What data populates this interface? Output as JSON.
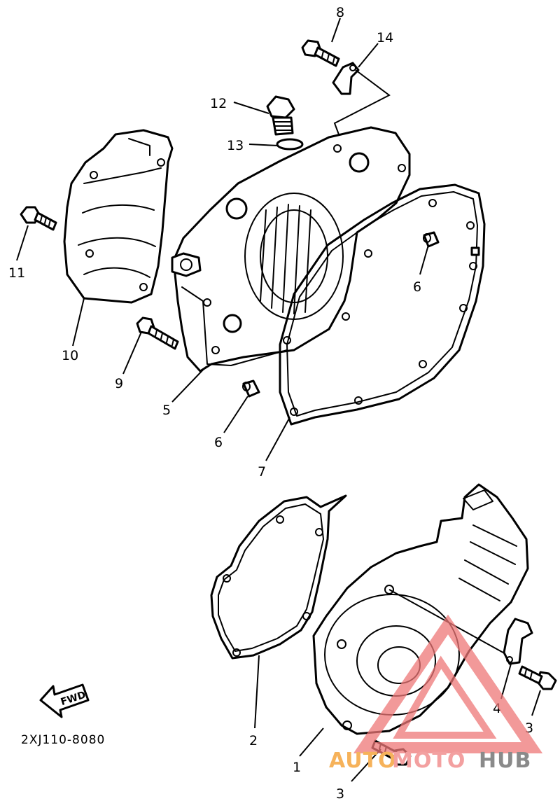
{
  "diagram_code": "2XJ110-8080",
  "forward_label": "FWD",
  "watermark": {
    "part1": "AUTO",
    "part2": "MOTO",
    "part3": "HUB",
    "color_auto": "#f6b25a",
    "color_moto": "#f3a0a0",
    "color_hub": "#8a8a8a",
    "logo_color": "#ee7777"
  },
  "callouts": {
    "c1": "1",
    "c2": "2",
    "c3a": "3",
    "c3b": "3",
    "c4": "4",
    "c5": "5",
    "c6a": "6",
    "c6b": "6",
    "c7": "7",
    "c8": "8",
    "c9": "9",
    "c10": "10",
    "c11": "11",
    "c12": "12",
    "c13": "13",
    "c14": "14"
  }
}
